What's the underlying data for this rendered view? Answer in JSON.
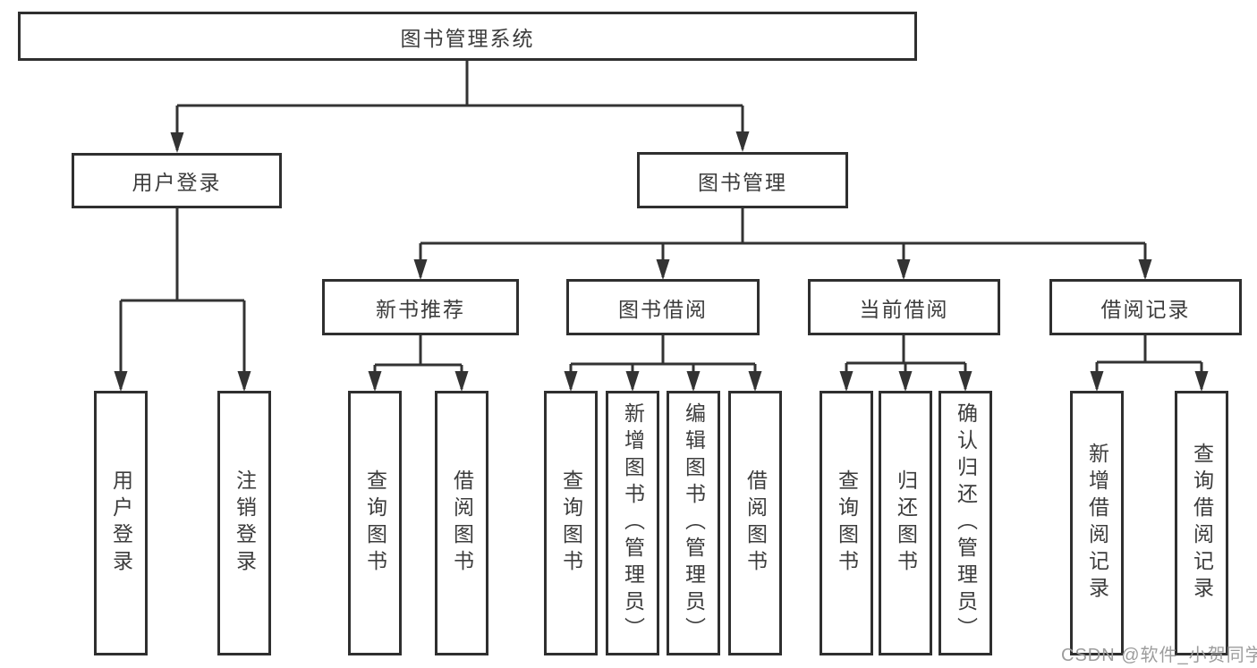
{
  "colors": {
    "line": "#333333",
    "box_border": "#2f2f2f",
    "box_fill": "#ffffff",
    "text": "#3c3c3c",
    "watermark": "#9d9d9d",
    "background": "#ffffff"
  },
  "tree": {
    "root": {
      "label": "图书管理系统"
    },
    "branches": [
      {
        "label": "用户登录",
        "children": [
          {
            "label": "用户登录"
          },
          {
            "label": "注销登录"
          }
        ]
      },
      {
        "label": "图书管理",
        "children": [
          {
            "label": "新书推荐",
            "children": [
              {
                "label": "查询图书"
              },
              {
                "label": "借阅图书"
              }
            ]
          },
          {
            "label": "图书借阅",
            "children": [
              {
                "label": "查询图书"
              },
              {
                "label": "新增图书（管理员）"
              },
              {
                "label": "编辑图书（管理员）"
              },
              {
                "label": "借阅图书"
              }
            ]
          },
          {
            "label": "当前借阅",
            "children": [
              {
                "label": "查询图书"
              },
              {
                "label": "归还图书"
              },
              {
                "label": "确认归还（管理员）"
              }
            ]
          },
          {
            "label": "借阅记录",
            "children": [
              {
                "label": "新增借阅记录"
              },
              {
                "label": "查询借阅记录"
              }
            ]
          }
        ]
      }
    ]
  },
  "watermark": "CSDN @软件_小贺同学"
}
